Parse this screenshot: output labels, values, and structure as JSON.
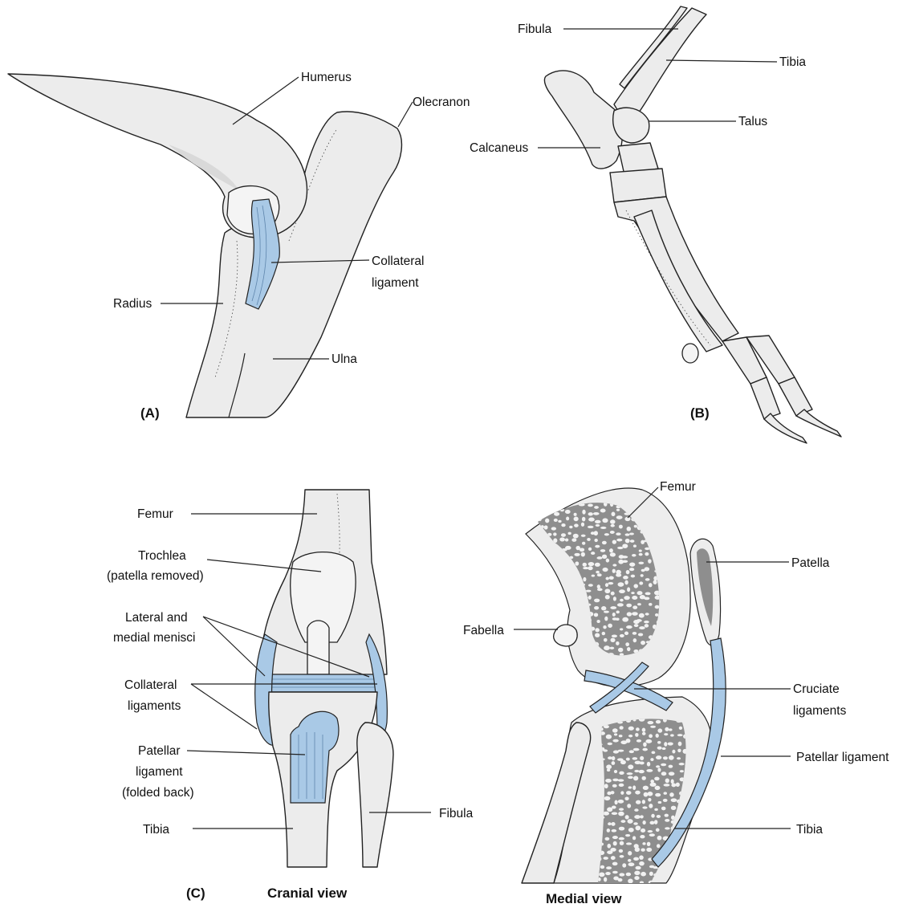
{
  "panels": {
    "A": "(A)",
    "B": "(B)",
    "C": "(C)"
  },
  "view_titles": {
    "cranial": "Cranial view",
    "medial": "Medial view"
  },
  "labels_a": {
    "humerus": "Humerus",
    "olecranon": "Olecranon",
    "collateral_1": "Collateral",
    "collateral_2": "ligament",
    "radius": "Radius",
    "ulna": "Ulna"
  },
  "labels_b": {
    "fibula": "Fibula",
    "tibia": "Tibia",
    "talus": "Talus",
    "calcaneus": "Calcaneus"
  },
  "labels_c": {
    "femur": "Femur",
    "trochlea_1": "Trochlea",
    "trochlea_2": "(patella removed)",
    "menisci_1": "Lateral and",
    "menisci_2": "medial menisci",
    "collaterals_1": "Collateral",
    "collaterals_2": "ligaments",
    "patellar_1": "Patellar",
    "patellar_2": "ligament",
    "patellar_3": "(folded back)",
    "tibia": "Tibia",
    "fibula": "Fibula"
  },
  "labels_d": {
    "femur": "Femur",
    "patella": "Patella",
    "fabella": "Fabella",
    "cruciate_1": "Cruciate",
    "cruciate_2": "ligaments",
    "patellar_ligament": "Patellar ligament",
    "tibia": "Tibia"
  },
  "colors": {
    "bone": "#ececec",
    "ligament": "#a9c9e6",
    "cancellous_bone": "#8e8e8e"
  }
}
